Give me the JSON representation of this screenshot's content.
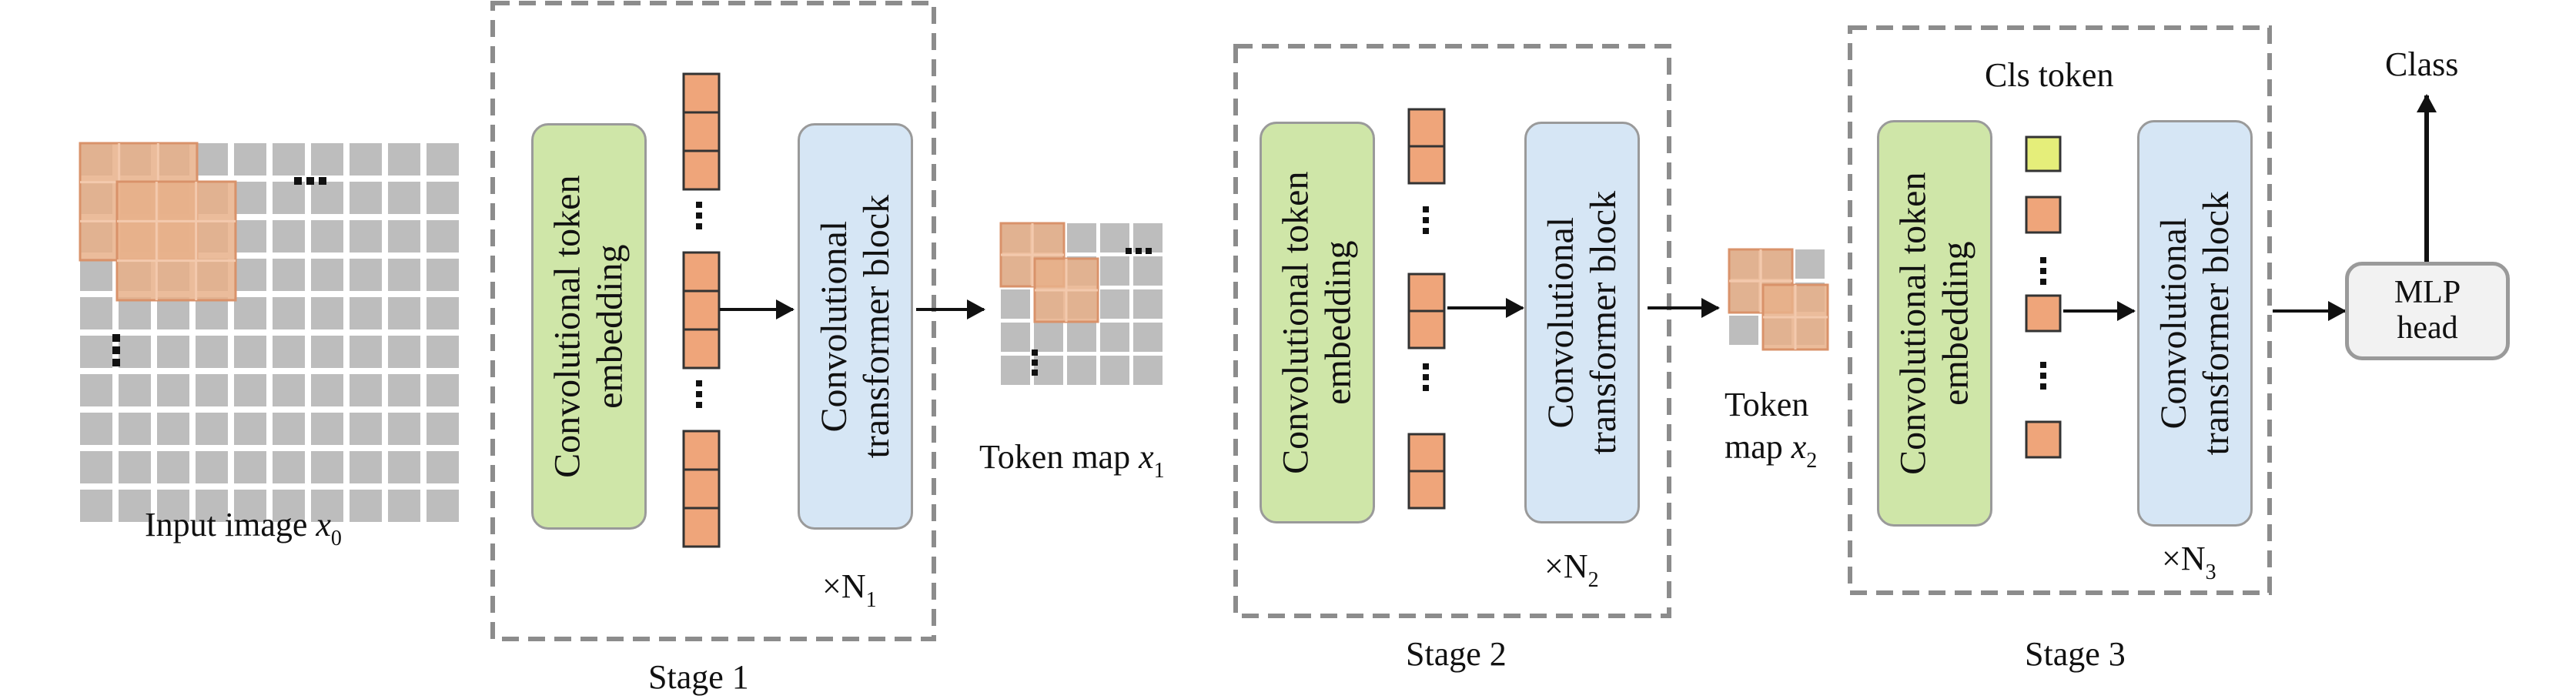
{
  "diagram": {
    "input_image_label": "Input image",
    "input_image_var": "x",
    "input_image_sub": "0",
    "token_map1_label": "Token map",
    "token_map1_var": "x",
    "token_map1_sub": "1",
    "token_map2_label_line1": "Token",
    "token_map2_label_line2": "map",
    "token_map2_var": "x",
    "token_map2_sub": "2",
    "stage1": {
      "label": "Stage 1",
      "embedding_line1": "Convolutional token",
      "embedding_line2": "embedding",
      "block_line1": "Convolutional",
      "block_line2": "transformer block",
      "repeat_prefix": "×N",
      "repeat_sub": "1"
    },
    "stage2": {
      "label": "Stage 2",
      "embedding_line1": "Convolutional token",
      "embedding_line2": "embedding",
      "block_line1": "Convolutional",
      "block_line2": "transformer block",
      "repeat_prefix": "×N",
      "repeat_sub": "2"
    },
    "stage3": {
      "label": "Stage 3",
      "cls_token_label": "Cls token",
      "embedding_line1": "Convolutional token",
      "embedding_line2": "embedding",
      "block_line1": "Convolutional",
      "block_line2": "transformer block",
      "repeat_prefix": "×N",
      "repeat_sub": "3"
    },
    "mlp_head_line1": "MLP",
    "mlp_head_line2": "head",
    "class_label": "Class",
    "colors": {
      "grid_cell": "#bdbdbd",
      "patch": "#e8b08a",
      "token": "#efa57a",
      "cls_token": "#e5ee7a",
      "embedding_box": "#cfe6a8",
      "transformer_box": "#d6e6f5",
      "stage_border": "#8c8c8c"
    }
  }
}
